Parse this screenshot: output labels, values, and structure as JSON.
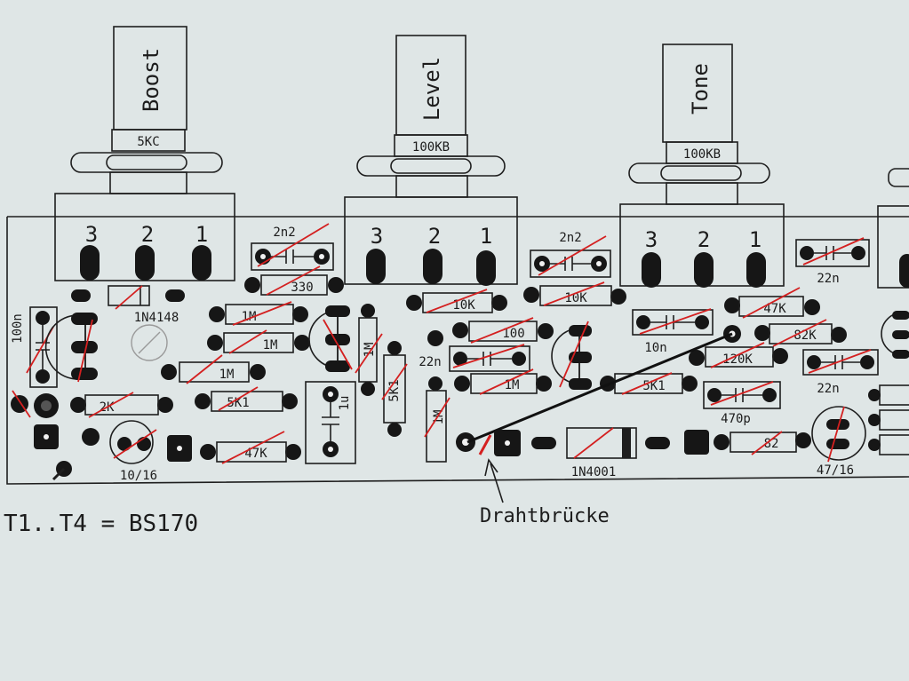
{
  "theme": {
    "paper": "#dfe6e6",
    "ink": "#1e1e1e",
    "checkmark": "#d42020"
  },
  "pots": [
    {
      "name": "Boost",
      "value": "5KC",
      "pins": [
        "3",
        "2",
        "1"
      ]
    },
    {
      "name": "Level",
      "value": "100KB",
      "pins": [
        "3",
        "2",
        "1"
      ]
    },
    {
      "name": "Tone",
      "value": "100KB",
      "pins": [
        "3",
        "2",
        "1"
      ]
    }
  ],
  "components": {
    "c_2n2_a": "2n2",
    "r_330": "330",
    "d_1n4148": "1N4148",
    "c_100n": "100n",
    "r_1m_a": "1M",
    "r_1m_b": "1M",
    "r_1m_c": "1M",
    "r_1m_v": "1M",
    "r_2k": "2K",
    "r_5k1_a": "5K1",
    "r_5k1_v": "5K1",
    "r_47k_a": "47K",
    "c_10_16": "10/16",
    "c_1u": "1u",
    "c_2n2_b": "2n2",
    "r_10k_a": "10K",
    "r_10k_b": "10K",
    "r_100": "100",
    "c_22n_a": "22n",
    "r_1m_d": "1M",
    "r_1m_e": "1M",
    "c_22n_b": "22n",
    "c_10n": "10n",
    "r_47k_b": "47K",
    "r_82k": "82K",
    "r_120k": "120K",
    "r_5k1_b": "5K1",
    "c_470p": "470p",
    "c_22n_c": "22n",
    "d_1n4001": "1N4001",
    "r_82": "82",
    "c_47_16": "47/16"
  },
  "notes": {
    "transistors": "T1..T4 = BS170",
    "wire_bridge": "Drahtbrücke"
  }
}
